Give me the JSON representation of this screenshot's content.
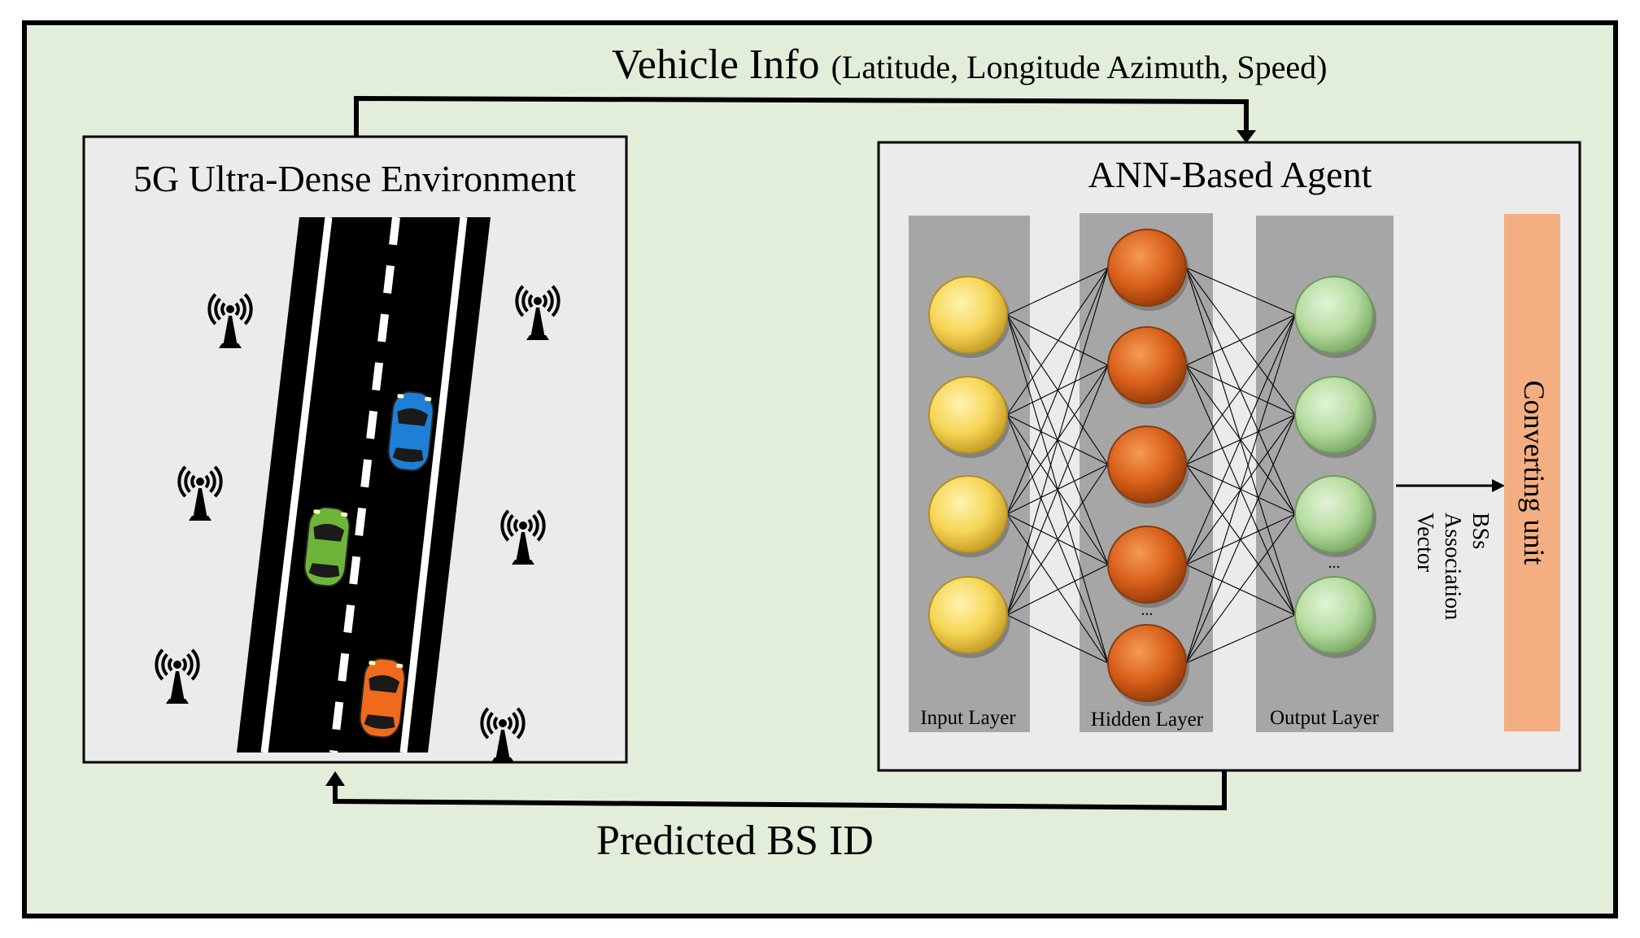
{
  "top_flow": {
    "label_main": "Vehicle Info",
    "label_detail": "(Latitude, Longitude Azimuth, Speed)"
  },
  "bottom_flow": {
    "label": "Predicted BS ID"
  },
  "environment": {
    "title": "5G Ultra-Dense Environment",
    "base_station_icon": "radio-tower-icon",
    "base_station_count": 6,
    "vehicles": [
      {
        "icon": "car-icon",
        "color": "#1f7fd6"
      },
      {
        "icon": "car-icon",
        "color": "#6fb43a"
      },
      {
        "icon": "car-icon",
        "color": "#f06a1e"
      }
    ]
  },
  "agent": {
    "title": "ANN-Based Agent",
    "input_layer": {
      "label": "Input Layer",
      "node_color": "#f6d656",
      "visible_nodes": 4
    },
    "hidden_layer": {
      "label": "Hidden Layer",
      "node_color": "#d9601a",
      "visible_nodes": 5,
      "ellipsis": "..."
    },
    "output_layer": {
      "label": "Output Layer",
      "node_color": "#b5dca0",
      "visible_nodes": 4,
      "ellipsis": "..."
    },
    "vector_label": [
      "BSs",
      "Association",
      "Vector"
    ],
    "converter_label": "Converting unit",
    "converter_color": "#f3ae82"
  },
  "colors": {
    "frame_bg": "#e2eed9",
    "panel_bg": "#ebebeb",
    "layer_band": "#a6a6a6",
    "hidden_band": "#a6a6a6"
  }
}
